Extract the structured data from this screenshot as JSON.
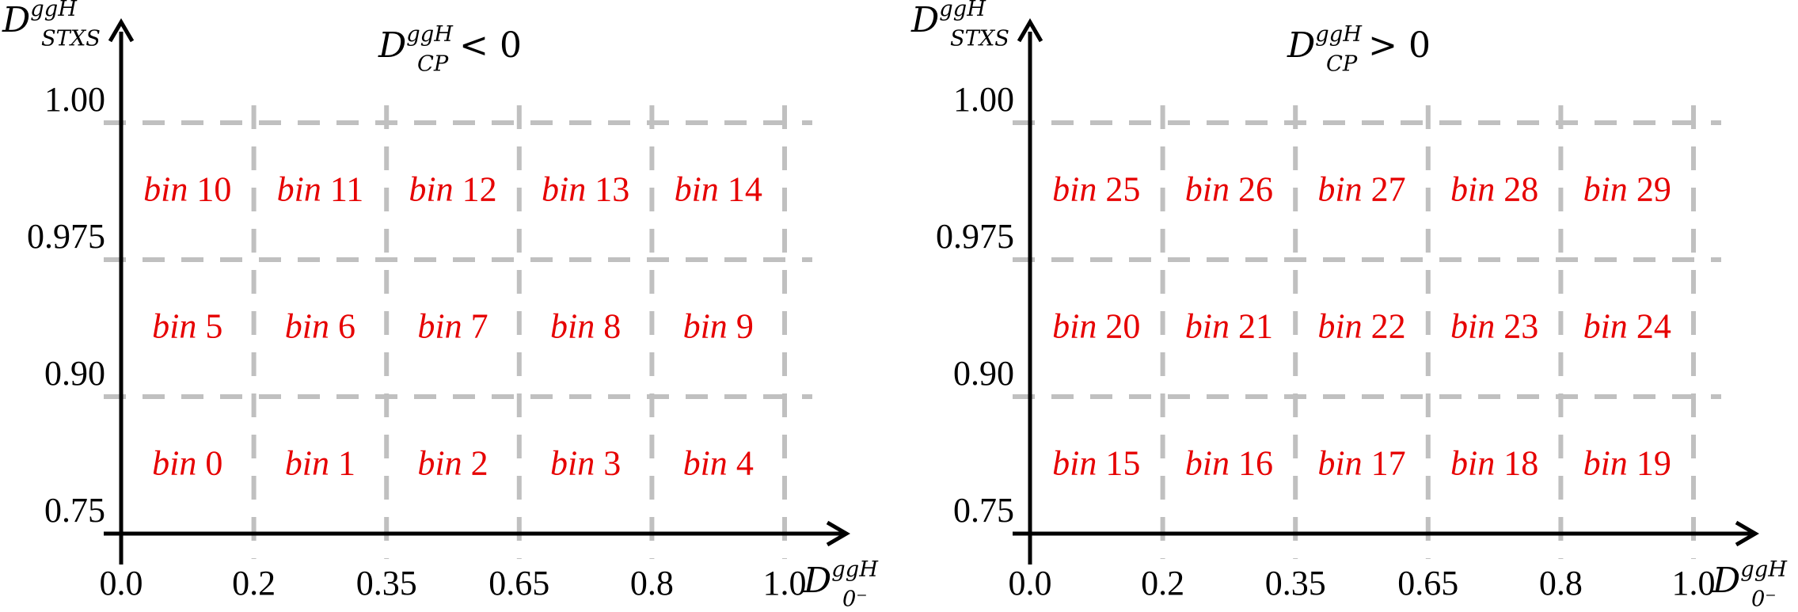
{
  "colors": {
    "bin_label": "#e60000",
    "grid": "#c0c0c0",
    "axis": "#000000"
  },
  "panels": [
    {
      "title": {
        "main": "D",
        "sup": "ggH",
        "sub": "CP",
        "relation": " < 0"
      },
      "y_axis_label": {
        "main": "D",
        "sup": "ggH",
        "sub": "STXS"
      },
      "x_axis_label": {
        "main": "D",
        "sup": "ggH",
        "sub": "0⁻"
      },
      "x_ticks": [
        "0.0",
        "0.2",
        "0.35",
        "0.65",
        "0.8",
        "1.0"
      ],
      "y_ticks": [
        "0.75",
        "0.90",
        "0.975",
        "1.00"
      ],
      "bin_word": "bin",
      "bins": [
        [
          0,
          1,
          2,
          3,
          4
        ],
        [
          5,
          6,
          7,
          8,
          9
        ],
        [
          10,
          11,
          12,
          13,
          14
        ]
      ]
    },
    {
      "title": {
        "main": "D",
        "sup": "ggH",
        "sub": "CP",
        "relation": " > 0"
      },
      "y_axis_label": {
        "main": "D",
        "sup": "ggH",
        "sub": "STXS"
      },
      "x_axis_label": {
        "main": "D",
        "sup": "ggH",
        "sub": "0⁻"
      },
      "x_ticks": [
        "0.0",
        "0.2",
        "0.35",
        "0.65",
        "0.8",
        "1.0"
      ],
      "y_ticks": [
        "0.75",
        "0.90",
        "0.975",
        "1.00"
      ],
      "bin_word": "bin",
      "bins": [
        [
          15,
          16,
          17,
          18,
          19
        ],
        [
          20,
          21,
          22,
          23,
          24
        ],
        [
          25,
          26,
          27,
          28,
          29
        ]
      ]
    }
  ]
}
